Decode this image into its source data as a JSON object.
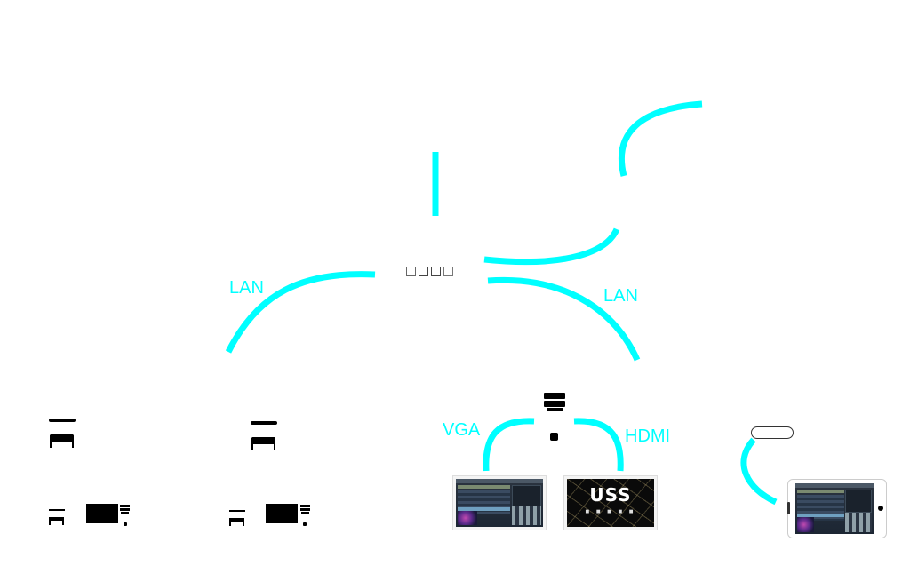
{
  "diagram": {
    "accent_color": "#00ffff",
    "text_color": "#00ffff",
    "labels": {
      "lan_left": "LAN",
      "lan_right": "LAN",
      "vga": "VGA",
      "hdmi": "HDMI"
    },
    "hub": {
      "icon": "network-switch-icon",
      "glyph_boxes": [
        "□",
        "□",
        "□",
        "□"
      ]
    },
    "nodes": [
      {
        "name": "workstation-left",
        "icon": "monitor-icon"
      },
      {
        "name": "workstation-middle",
        "icon": "monitor-icon"
      },
      {
        "name": "server",
        "icon": "server-icon"
      },
      {
        "name": "mobile-device",
        "icon": "phone-icon"
      }
    ],
    "thumbnails": [
      {
        "name": "vga-display",
        "content": "app-ui"
      },
      {
        "name": "hdmi-display",
        "content": "logo",
        "logo_text": "USS",
        "logo_sub": "■ ■ ■ ■ ■"
      },
      {
        "name": "phone-display",
        "content": "app-ui"
      }
    ]
  }
}
